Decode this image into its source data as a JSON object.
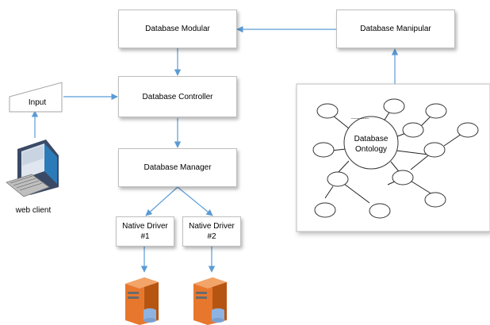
{
  "boxes": {
    "modular": "Database Modular",
    "manipular": "Database Manipular",
    "controller": "Database Controller",
    "manager": "Database Manager",
    "driver1_line1": "Native Driver",
    "driver1_line2": "#1",
    "driver2_line1": "Native Driver",
    "driver2_line2": "#2"
  },
  "input": {
    "label": "Input"
  },
  "client": {
    "label": "web client"
  },
  "ontology": {
    "center_line1": "Database",
    "center_line2": "Ontology",
    "ellipsis": "........."
  },
  "colors": {
    "arrow": "#5b9bd5",
    "server_orange": "#e8772e",
    "server_dark": "#6b6b6b",
    "cylinder": "#8fb3e0"
  }
}
